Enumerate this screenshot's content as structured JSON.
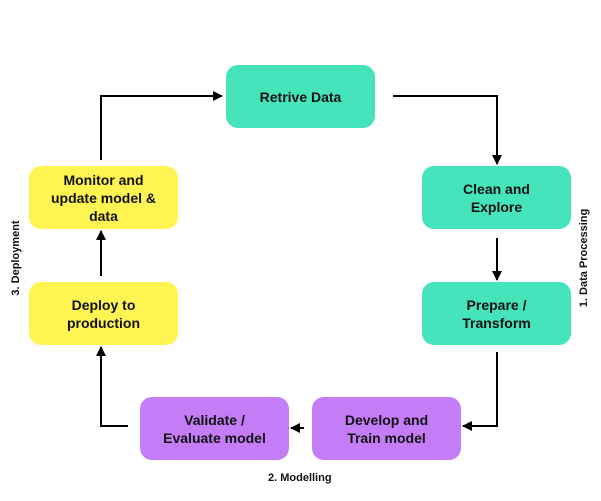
{
  "diagram": {
    "steps": {
      "retrive": "Retrive Data",
      "clean": "Clean and\nExplore",
      "prepare": "Prepare /\nTransform",
      "develop": "Develop and\nTrain model",
      "validate": "Validate /\nEvaluate model",
      "deploy": "Deploy to\nproduction",
      "monitor": "Monitor and\nupdate model &\ndata"
    },
    "phases": {
      "processing": "1. Data Processing",
      "modelling": "2. Modelling",
      "deployment": "3. Deployment"
    },
    "colors": {
      "processing": "#45e4bd",
      "modelling": "#c47cf7",
      "deployment": "#fff452",
      "arrow": "#000000"
    }
  }
}
